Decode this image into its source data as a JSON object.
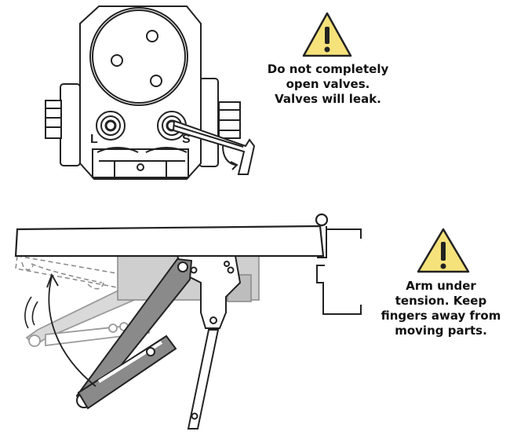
{
  "warnings": {
    "top": {
      "icon": "warning-triangle-icon",
      "lines": [
        "Do not completely",
        "open valves.",
        "Valves will leak."
      ]
    },
    "bottom": {
      "icon": "warning-triangle-icon",
      "lines": [
        "Arm under",
        "tension. Keep",
        "fingers away from",
        "moving parts."
      ]
    }
  },
  "valve_labels": {
    "left": "L",
    "right": "S"
  },
  "colors": {
    "warning_fill": "#f6e27a",
    "line": "#222222",
    "arm_fill": "#8a8a8a",
    "ghost_fill": "#d9d9d9",
    "ghost_line": "#9a9a9a"
  }
}
